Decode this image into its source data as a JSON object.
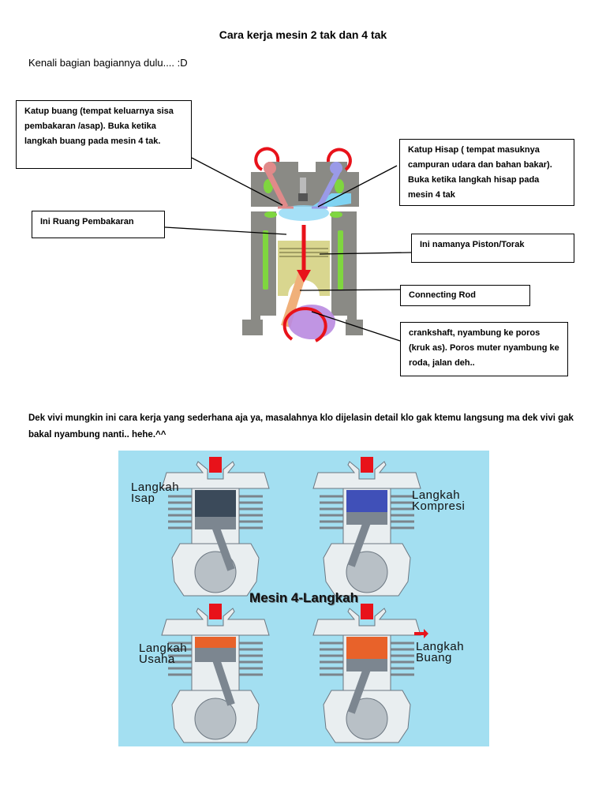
{
  "document": {
    "title": "Cara kerja mesin 2 tak dan 4 tak",
    "intro": "Kenali bagian bagiannya dulu.... :D",
    "body_text": "Dek vivi mungkin ini cara kerja yang sederhana aja ya, masalahnya klo dijelasin detail klo gak ktemu langsung ma dek vivi gak bakal nyambung nanti.. hehe.^^"
  },
  "engine_diagram": {
    "callouts": {
      "exhaust_valve": "Katup buang (tempat keluarnya sisa pembakaran /asap). Buka ketika langkah buang pada mesin 4 tak.",
      "intake_valve": "Katup Hisap ( tempat masuknya campuran udara dan bahan bakar). Buka ketika langkah hisap pada mesin 4 tak",
      "combustion_chamber": "Ini Ruang Pembakaran",
      "piston": "Ini namanya Piston/Torak",
      "connecting_rod": "Connecting Rod",
      "crankshaft": "crankshaft, nyambung ke  poros (kruk as). Poros muter nyambung ke roda, jalan deh.."
    },
    "colors": {
      "block": "#8a8a85",
      "coolant": "#7fd63f",
      "piston": "#d9d68f",
      "arrow": "#e8121a",
      "exhaust_valve": "#e08a8a",
      "intake_valve": "#9a9ae8",
      "crank": "#b98ae0",
      "rod": "#f0b07a"
    }
  },
  "four_stroke_figure": {
    "title": "Mesin 4-Langkah",
    "steps": [
      {
        "label_line1": "Langkah",
        "label_line2": "Isap",
        "chamber_color": "#3b4a5a"
      },
      {
        "label_line1": "Langkah",
        "label_line2": "Kompresi",
        "chamber_color": "#4050b8"
      },
      {
        "label_line1": "Langkah",
        "label_line2": "Usaha",
        "chamber_color": "#e8622a"
      },
      {
        "label_line1": "Langkah",
        "label_line2": "Buang",
        "chamber_color": "#e8622a"
      }
    ],
    "background": "#a3dff1"
  }
}
